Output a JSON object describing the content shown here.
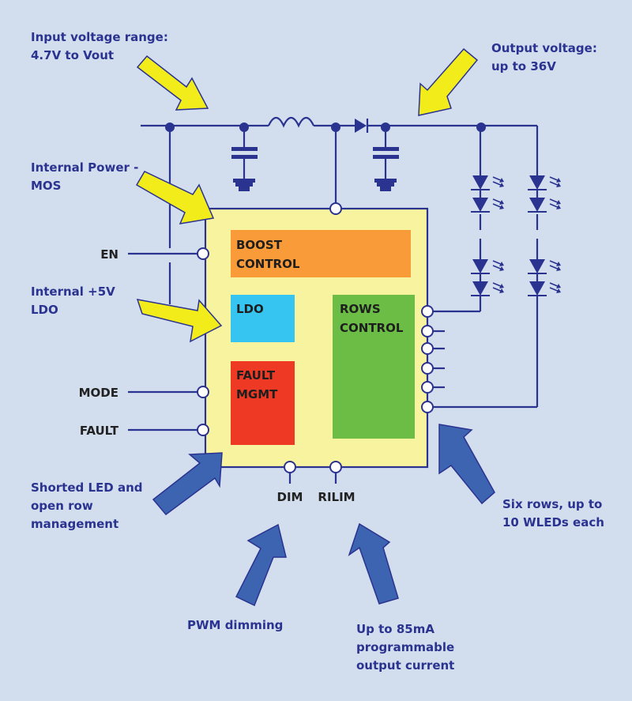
{
  "colors": {
    "background": "#d2ddee",
    "wire": "#2b3390",
    "chip_fill": "#f8f39e",
    "boost": "#f89b38",
    "ldo": "#36c5f0",
    "fault": "#ee3a25",
    "rows": "#6bbd45",
    "yellow_arrow": "#f2ec1a",
    "blue_arrow": "#3c64b1",
    "annotation_text": "#2b3390",
    "pin_text": "#222222"
  },
  "annotations": {
    "input_voltage": [
      "Input voltage range:",
      "4.7V to Vout"
    ],
    "output_voltage": [
      "Output voltage:",
      "up to 36V"
    ],
    "internal_power": [
      "Internal Power -",
      "MOS"
    ],
    "internal_ldo": [
      "Internal +5V",
      "LDO"
    ],
    "shorted_led": [
      "Shorted LED and",
      "open row",
      "management"
    ],
    "six_rows": [
      "Six rows, up to",
      "10 WLEDs each"
    ],
    "pwm_dimming": [
      "PWM dimming"
    ],
    "output_current": [
      "Up to 85mA",
      "programmable",
      "output current"
    ]
  },
  "blocks": {
    "boost": [
      "BOOST",
      "CONTROL"
    ],
    "ldo": [
      "LDO"
    ],
    "fault": [
      "FAULT",
      "MGMT"
    ],
    "rows": [
      "ROWS",
      "CONTROL"
    ]
  },
  "pins": {
    "en": "EN",
    "mode": "MODE",
    "fault": "FAULT",
    "dim": "DIM",
    "rilim": "RILIM"
  },
  "led_strings": 2,
  "row_outputs": 6
}
